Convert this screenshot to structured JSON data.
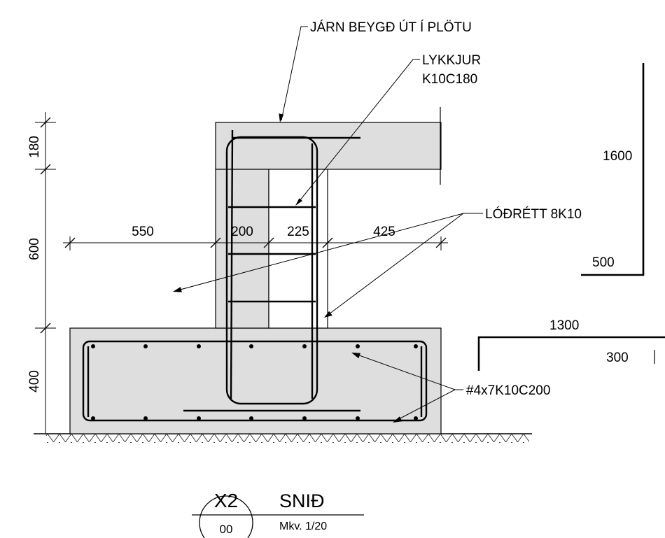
{
  "annotations": {
    "bent_bars": "JÁRN BEYGÐ ÚT Í PLÖTU",
    "stirrups_line1": "LYKKJUR",
    "stirrups_line2": "K10C180",
    "vertical_bars": "LÓÐRÉTT 8K10",
    "footing_bars": "#4x7K10C200"
  },
  "dimensions": {
    "vertical": [
      "180",
      "600",
      "400"
    ],
    "horizontal": [
      "550",
      "200",
      "225",
      "425"
    ]
  },
  "bar_details": {
    "vertical_bar": {
      "length": "1600",
      "leg": "500"
    },
    "bent_bar": {
      "length": "1300",
      "leg": "300"
    }
  },
  "title_block": {
    "section_id": "X2",
    "sheet": "00",
    "title": "SNIÐ",
    "scale": "Mkv. 1/20"
  }
}
